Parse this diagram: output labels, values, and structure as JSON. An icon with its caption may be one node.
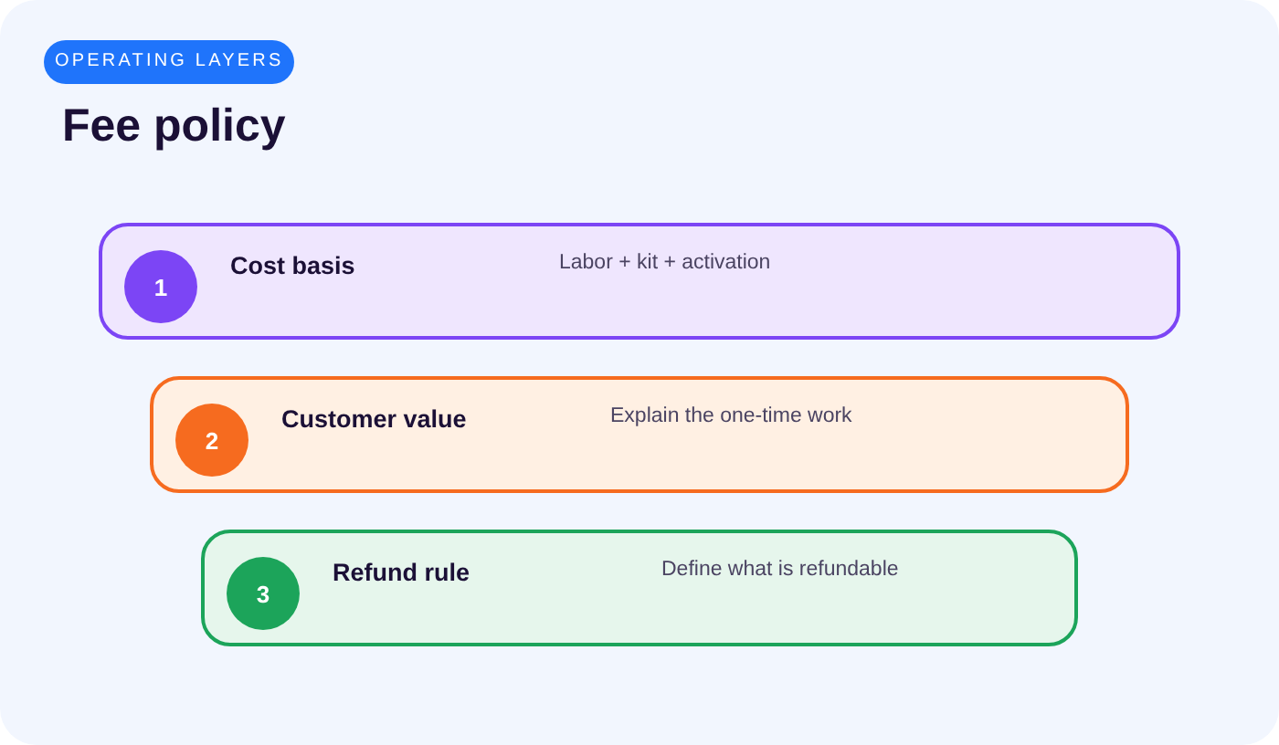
{
  "diagram": {
    "title": "Fee policy",
    "nodes": [
      {
        "text": [
          "Cost basis",
          "Labor + kit + activation"
        ]
      },
      {
        "text": [
          "1"
        ],
        "in": 0
      },
      {
        "text": [
          "Customer value",
          "Explain the one-time work"
        ]
      },
      {
        "text": [
          "2"
        ],
        "in": 2
      },
      {
        "text": [
          "Refund rule",
          "Define what is refundable"
        ]
      },
      {
        "text": [
          "3"
        ],
        "in": 4
      }
    ],
    "labels": [
      "OPERATING LAYERS"
    ]
  }
}
